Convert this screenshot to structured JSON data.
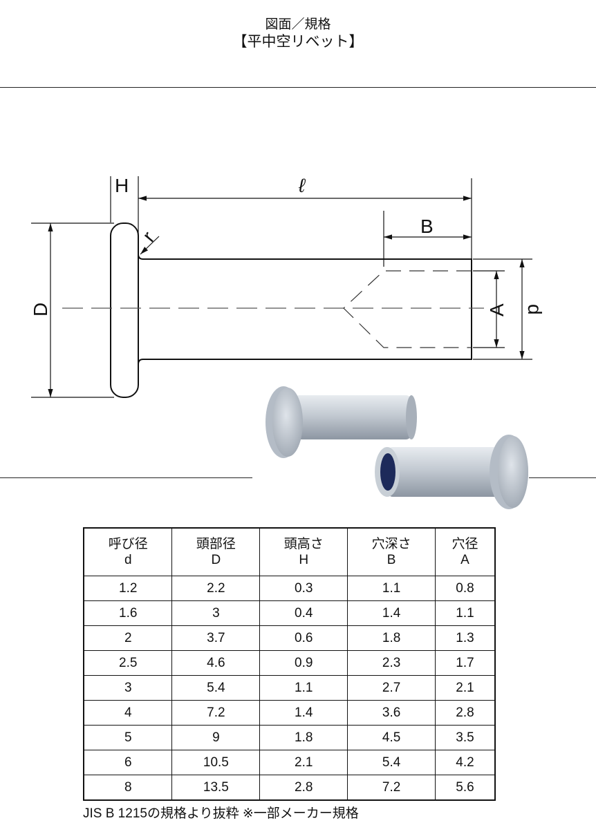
{
  "header": {
    "title": "図面／規格",
    "subtitle": "【平中空リベット】"
  },
  "drawing": {
    "labels": {
      "H": "H",
      "l": "ℓ",
      "B": "B",
      "r": "r",
      "D": "D",
      "A": "A",
      "d": "d"
    }
  },
  "table": {
    "columns": [
      {
        "jp": "呼び径",
        "sym": "d"
      },
      {
        "jp": "頭部径",
        "sym": "D"
      },
      {
        "jp": "頭高さ",
        "sym": "H"
      },
      {
        "jp": "穴深さ",
        "sym": "B"
      },
      {
        "jp": "穴径",
        "sym": "A"
      }
    ],
    "rows": [
      [
        "1.2",
        "2.2",
        "0.3",
        "1.1",
        "0.8"
      ],
      [
        "1.6",
        "3",
        "0.4",
        "1.4",
        "1.1"
      ],
      [
        "2",
        "3.7",
        "0.6",
        "1.8",
        "1.3"
      ],
      [
        "2.5",
        "4.6",
        "0.9",
        "2.3",
        "1.7"
      ],
      [
        "3",
        "5.4",
        "1.1",
        "2.7",
        "2.1"
      ],
      [
        "4",
        "7.2",
        "1.4",
        "3.6",
        "2.8"
      ],
      [
        "5",
        "9",
        "1.8",
        "4.5",
        "3.5"
      ],
      [
        "6",
        "10.5",
        "2.1",
        "5.4",
        "4.2"
      ],
      [
        "8",
        "13.5",
        "2.8",
        "7.2",
        "5.6"
      ]
    ]
  },
  "footer": {
    "note": "JIS B 1215の規格より抜粋 ※一部メーカー規格"
  }
}
